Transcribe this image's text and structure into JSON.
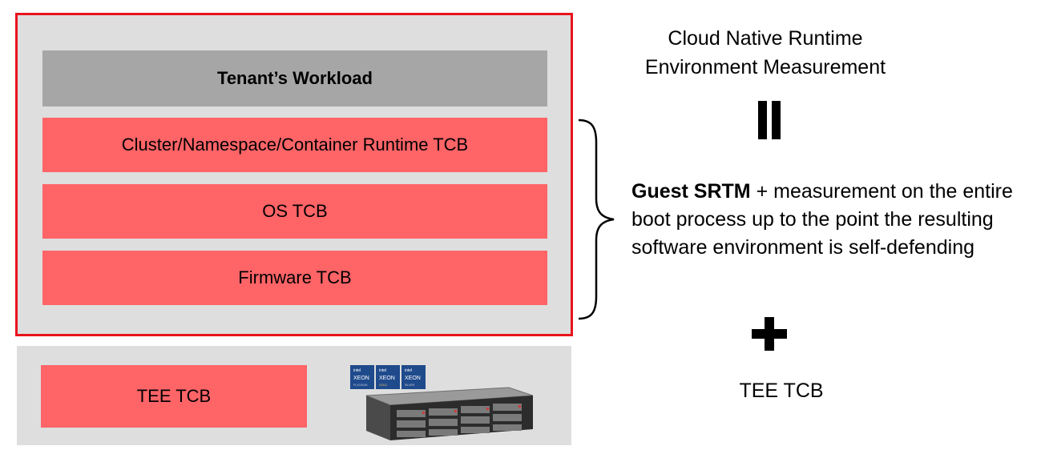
{
  "stack": {
    "workload": "Tenant’s Workload",
    "cluster": "Cluster/Namespace/Container Runtime TCB",
    "os": "OS TCB",
    "firmware": "Firmware TCB"
  },
  "tee": {
    "label": "TEE TCB",
    "badges": [
      {
        "brand": "intel",
        "name": "XEON",
        "tier": "PLATINUM"
      },
      {
        "brand": "intel",
        "name": "XEON",
        "tier": "GOLD"
      },
      {
        "brand": "intel",
        "name": "XEON",
        "tier": "SILVER"
      }
    ]
  },
  "right": {
    "title_line1": "Cloud Native Runtime",
    "title_line2": "Environment Measurement",
    "srtm_bold": "Guest SRTM",
    "srtm_rest": " + measurement on the entire boot process up to the point the resulting software environment is self-defending",
    "tee_label": "TEE TCB"
  },
  "colors": {
    "frame_border": "#e8141c",
    "layer_red": "#ff6467",
    "workload_gray": "#a6a6a6",
    "panel_gray": "#dedede"
  },
  "icons": [
    "equals-icon",
    "plus-icon",
    "brace-icon",
    "server-icon"
  ]
}
